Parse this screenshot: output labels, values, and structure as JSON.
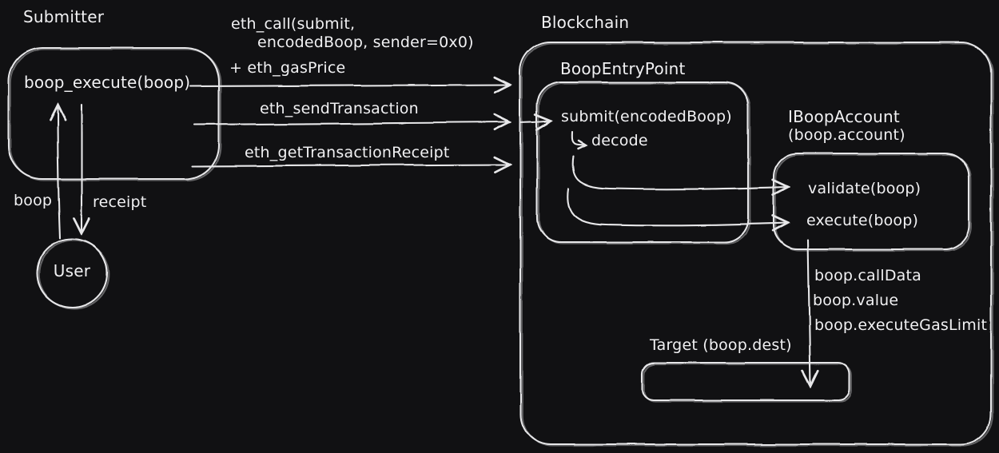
{
  "colors": {
    "background": "#111113",
    "stroke": "#e7e7e9",
    "text": "#f1f1f3"
  },
  "submitter": {
    "title": "Submitter",
    "method": "boop_execute(boop)"
  },
  "user": {
    "label": "User"
  },
  "edges": {
    "boop": "boop",
    "receipt": "receipt",
    "eth_call_line1": "eth_call(submit,",
    "eth_call_line2": "encodedBoop, sender=0x0)",
    "eth_call_line3": "+ eth_gasPrice",
    "eth_send": "eth_sendTransaction",
    "eth_get_receipt": "eth_getTransactionReceipt",
    "execute_params": [
      "boop.callData",
      "boop.value",
      "boop.executeGasLimit"
    ]
  },
  "blockchain": {
    "title": "Blockchain",
    "entrypoint": {
      "title": "BoopEntryPoint",
      "method": "submit(encodedBoop)",
      "decode_label": "decode"
    },
    "account": {
      "title_line1": "IBoopAccount",
      "title_line2": "(boop.account)",
      "validate_method": "validate(boop)",
      "execute_method": "execute(boop)"
    },
    "target": {
      "title": "Target (boop.dest)"
    }
  }
}
